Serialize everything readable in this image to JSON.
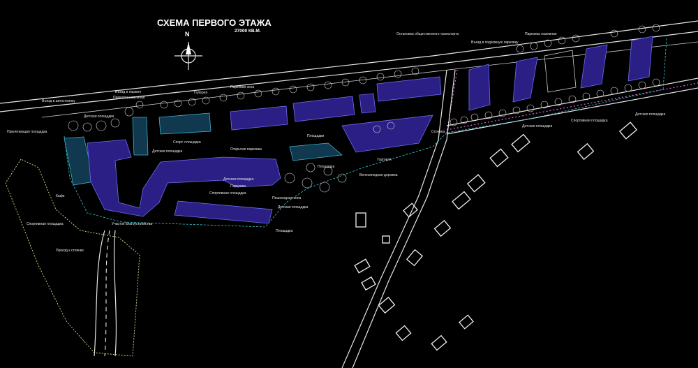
{
  "title": "СХЕМА ПЕРВОГО ЭТАЖА",
  "area": "27000 КВ.М.",
  "north": "N",
  "labels": [
    "Остановка общественного транспорта",
    "Въезд в подземную парковку",
    "Парковка наземная",
    "Парковая зона",
    "Галерея",
    "Въезд в паркинг",
    "Парковка наземная",
    "Въезд в автостоянку",
    "Детская площадка",
    "Прилегающая площадка",
    "Спорт. площадка",
    "Открытая парковка",
    "Детская площадка",
    "Кафе",
    "Спортивная площадка",
    "Участок благоустройства",
    "Проезд к стоянке",
    "Парковка",
    "Спортивная площадка",
    "Пешеходная зона",
    "Детская площадка",
    "Площадка",
    "Велосипедная дорожка",
    "Площадка",
    "Торговля",
    "Спортивная площадка",
    "Детская площадка",
    "Детская площадка",
    "Стоянка",
    "Площадки",
    "Детская площадка"
  ]
}
